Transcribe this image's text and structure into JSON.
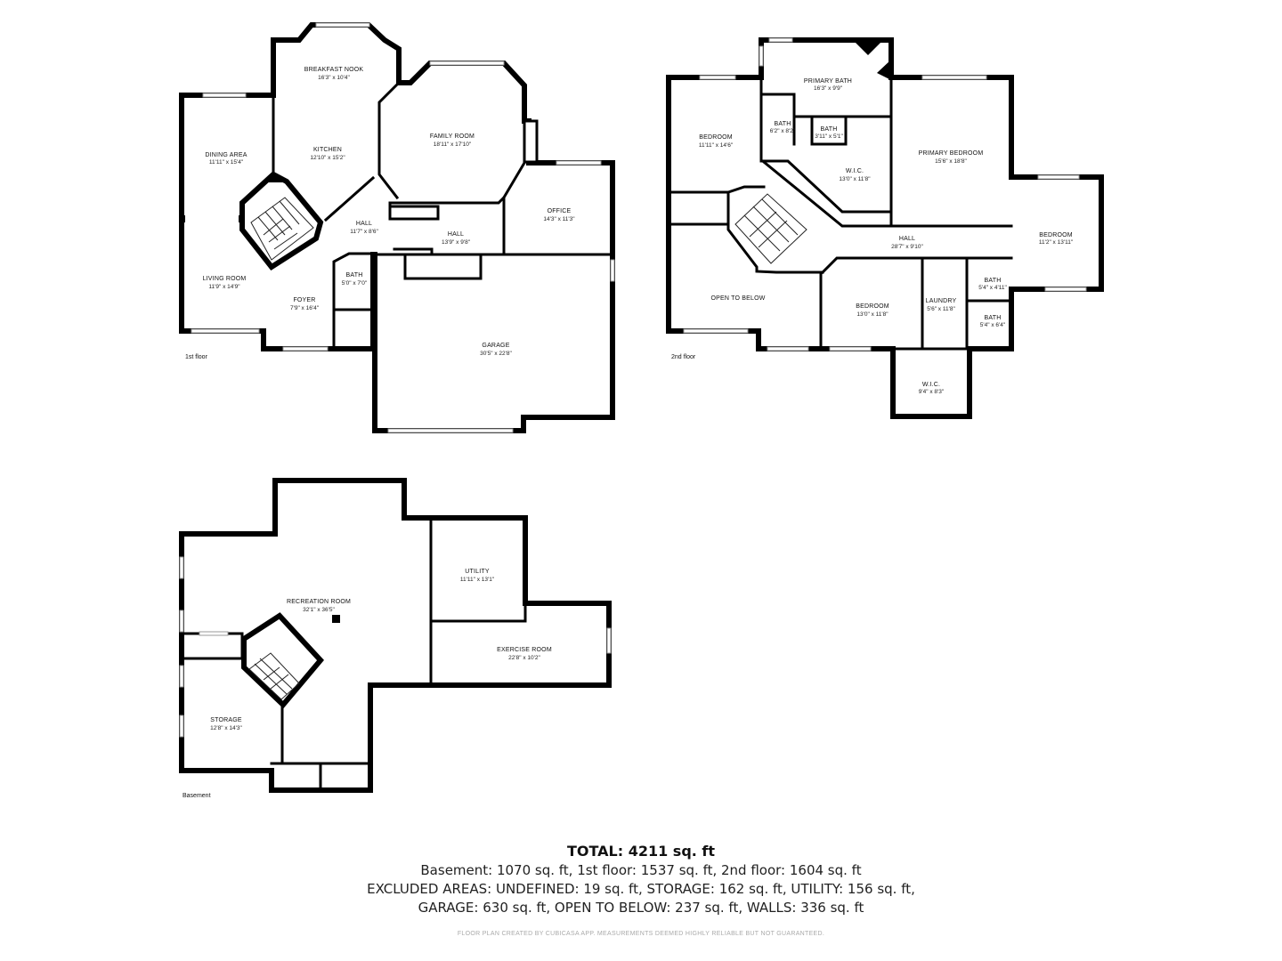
{
  "floors": [
    {
      "label": "1st floor",
      "rooms": [
        {
          "name": "BREAKFAST NOOK",
          "dim": "16'3\" x 10'4\""
        },
        {
          "name": "DINING AREA",
          "dim": "11'11\" x 15'4\""
        },
        {
          "name": "KITCHEN",
          "dim": "12'10\" x 15'2\""
        },
        {
          "name": "FAMILY ROOM",
          "dim": "18'11\" x 17'10\""
        },
        {
          "name": "OFFICE",
          "dim": "14'3\" x 11'3\""
        },
        {
          "name": "HALL",
          "dim": "11'7\" x 8'6\""
        },
        {
          "name": "HALL",
          "dim": "13'9\" x 9'8\""
        },
        {
          "name": "LIVING ROOM",
          "dim": "11'9\" x 14'9\""
        },
        {
          "name": "BATH",
          "dim": "5'0\" x 7'0\""
        },
        {
          "name": "FOYER",
          "dim": "7'9\" x 16'4\""
        },
        {
          "name": "GARAGE",
          "dim": "30'5\" x 22'8\""
        }
      ]
    },
    {
      "label": "2nd floor",
      "rooms": [
        {
          "name": "PRIMARY BATH",
          "dim": "16'3\" x 9'9\""
        },
        {
          "name": "BEDROOM",
          "dim": "11'11\" x 14'6\""
        },
        {
          "name": "BATH",
          "dim": "6'2\" x 8'2\""
        },
        {
          "name": "BATH",
          "dim": "3'11\" x 5'1\""
        },
        {
          "name": "PRIMARY BEDROOM",
          "dim": "15'6\" x 18'8\""
        },
        {
          "name": "W.I.C.",
          "dim": "13'0\" x 11'8\""
        },
        {
          "name": "BEDROOM",
          "dim": "11'2\" x 13'11\""
        },
        {
          "name": "HALL",
          "dim": "28'7\" x 9'10\""
        },
        {
          "name": "BATH",
          "dim": "5'4\" x 4'11\""
        },
        {
          "name": "OPEN TO BELOW",
          "dim": ""
        },
        {
          "name": "BEDROOM",
          "dim": "13'0\" x 11'8\""
        },
        {
          "name": "LAUNDRY",
          "dim": "5'6\" x 11'8\""
        },
        {
          "name": "BATH",
          "dim": "5'4\" x 6'4\""
        },
        {
          "name": "W.I.C.",
          "dim": "9'4\" x 8'3\""
        }
      ]
    },
    {
      "label": "Basement",
      "rooms": [
        {
          "name": "UTILITY",
          "dim": "11'11\" x 13'1\""
        },
        {
          "name": "RECREATION ROOM",
          "dim": "32'1\" x 36'5\""
        },
        {
          "name": "EXERCISE ROOM",
          "dim": "22'8\" x 10'2\""
        },
        {
          "name": "STORAGE",
          "dim": "12'8\" x 14'3\""
        }
      ]
    }
  ],
  "summary": {
    "total": "TOTAL: 4211 sq. ft",
    "lines": [
      "Basement: 1070 sq. ft, 1st floor: 1537 sq. ft, 2nd floor: 1604 sq. ft",
      "EXCLUDED AREAS: UNDEFINED: 19 sq. ft, STORAGE: 162 sq. ft, UTILITY: 156 sq. ft,",
      "GARAGE: 630 sq. ft, OPEN TO BELOW: 237 sq. ft, WALLS: 336 sq. ft"
    ]
  },
  "disclaimer": "FLOOR PLAN CREATED BY CUBICASA APP. MEASUREMENTS DEEMED HIGHLY RELIABLE BUT NOT GUARANTEED.",
  "colors": {
    "wall": "#000000",
    "background": "#ffffff",
    "disclaimer": "#aaaaaa"
  }
}
